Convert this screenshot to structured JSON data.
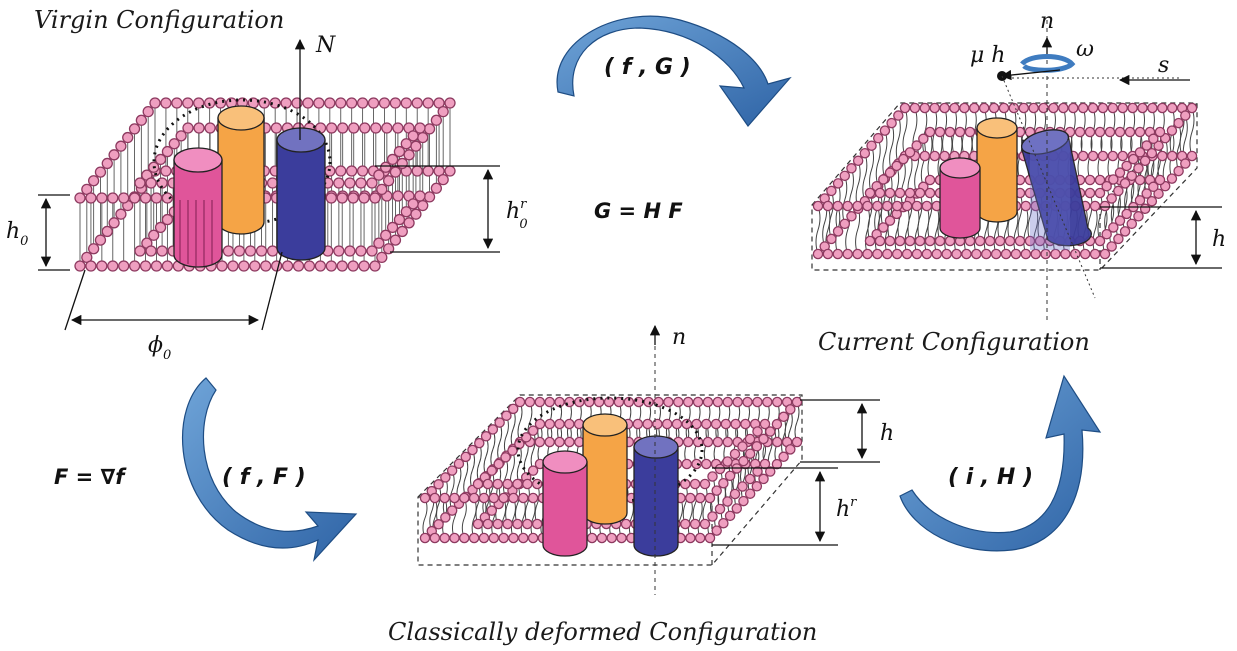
{
  "captions": {
    "virgin": "Virgin Configuration",
    "current": "Current Configuration",
    "classical": "Classically deformed Configuration"
  },
  "maps": {
    "fG": "( f , G )",
    "fF": "( f , F )",
    "iH": "( i , H )"
  },
  "equations": {
    "G": "G = H F",
    "F": "F = ∇f"
  },
  "symbols": {
    "N": "N",
    "n_current": "n",
    "n_classical": "n",
    "h0": "h",
    "h0_sub": "0",
    "hr0": "h",
    "hr0_sup": "r",
    "hr0_sub": "0",
    "phi0": "ϕ",
    "phi0_sub": "0",
    "h_current": "h",
    "h_classical": "h",
    "hr": "h",
    "hr_sup": "r",
    "mu_h": "μ h",
    "omega": "ω",
    "s": "s"
  },
  "colors": {
    "arrow": "#3f7cc0",
    "lipid_head": "#ef9fc0",
    "protein_pink": "#e0559a",
    "protein_orange": "#f5a446",
    "protein_blue": "#3b3d9c"
  }
}
